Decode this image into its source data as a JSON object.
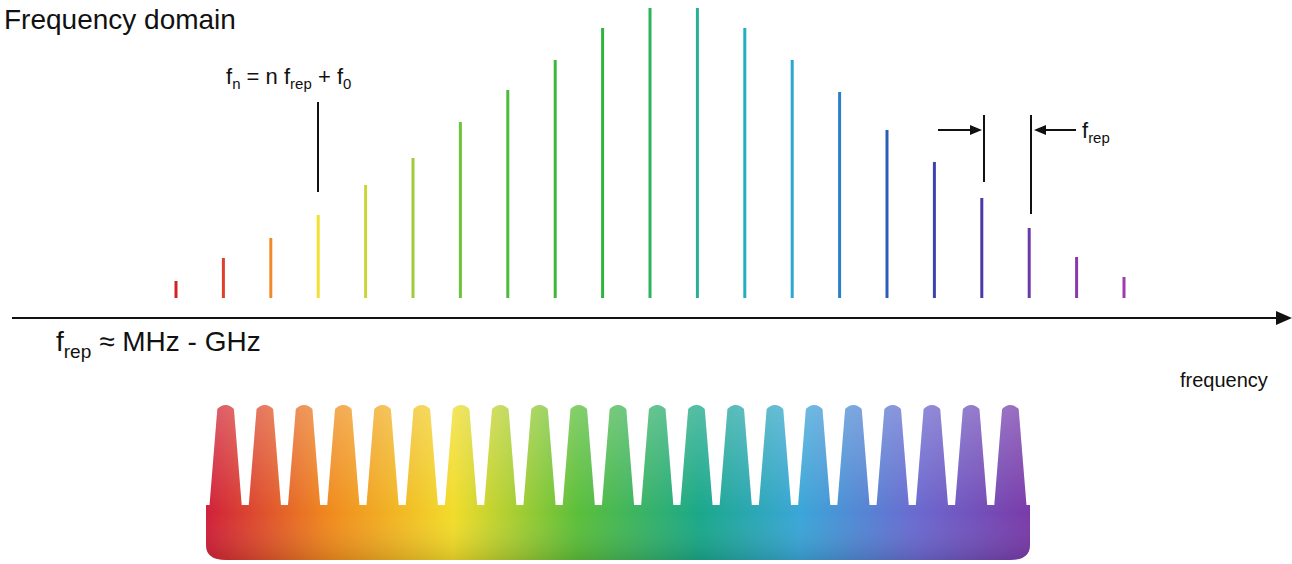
{
  "diagram": {
    "title": "Frequency domain",
    "labels": [
      "f",
      "n",
      "= n",
      "f",
      "rep",
      "+",
      "f",
      "0",
      "f",
      "rep",
      "f",
      "rep",
      "≈ MHz - GHz",
      "frequency"
    ]
  }
}
